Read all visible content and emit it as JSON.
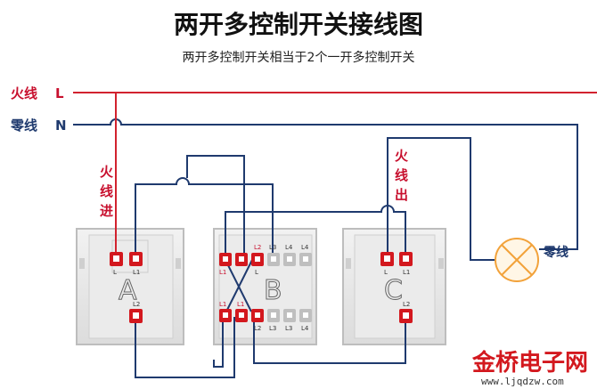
{
  "header": {
    "title": "两开多控制开关接线图",
    "subtitle": "两开多控制开关相当于2个一开多控制开关"
  },
  "lines": {
    "live_label": "火线",
    "live_letter": "L",
    "neutral_label": "零线",
    "neutral_letter": "N"
  },
  "annotations": {
    "live_in": [
      "火",
      "线",
      "进"
    ],
    "live_out": [
      "火",
      "线",
      "出"
    ],
    "lamp_neutral": "零线"
  },
  "switches": {
    "A": {
      "letter": "A",
      "top_terminals": [
        "L",
        "L1"
      ],
      "bottom_terminals": [
        "L2"
      ]
    },
    "B": {
      "letter": "B",
      "top_terminals": [
        "L2",
        "L1",
        "L",
        "L3",
        "L4",
        "L4"
      ],
      "bottom_terminals": [
        "L1",
        "L1",
        "L2",
        "L3",
        "L3",
        "L4"
      ]
    },
    "C": {
      "letter": "C",
      "top_terminals": [
        "L",
        "L1"
      ],
      "bottom_terminals": [
        "L2"
      ]
    }
  },
  "watermark": {
    "brand": "金桥电子网",
    "url": "www.ljqdzw.com"
  },
  "colors": {
    "wire_live": "#d2222e",
    "wire_neutral": "#1f3a6e",
    "terminal_red": "#d3181e",
    "lamp": "#f2a23a",
    "plate": "#e6e6e6"
  }
}
